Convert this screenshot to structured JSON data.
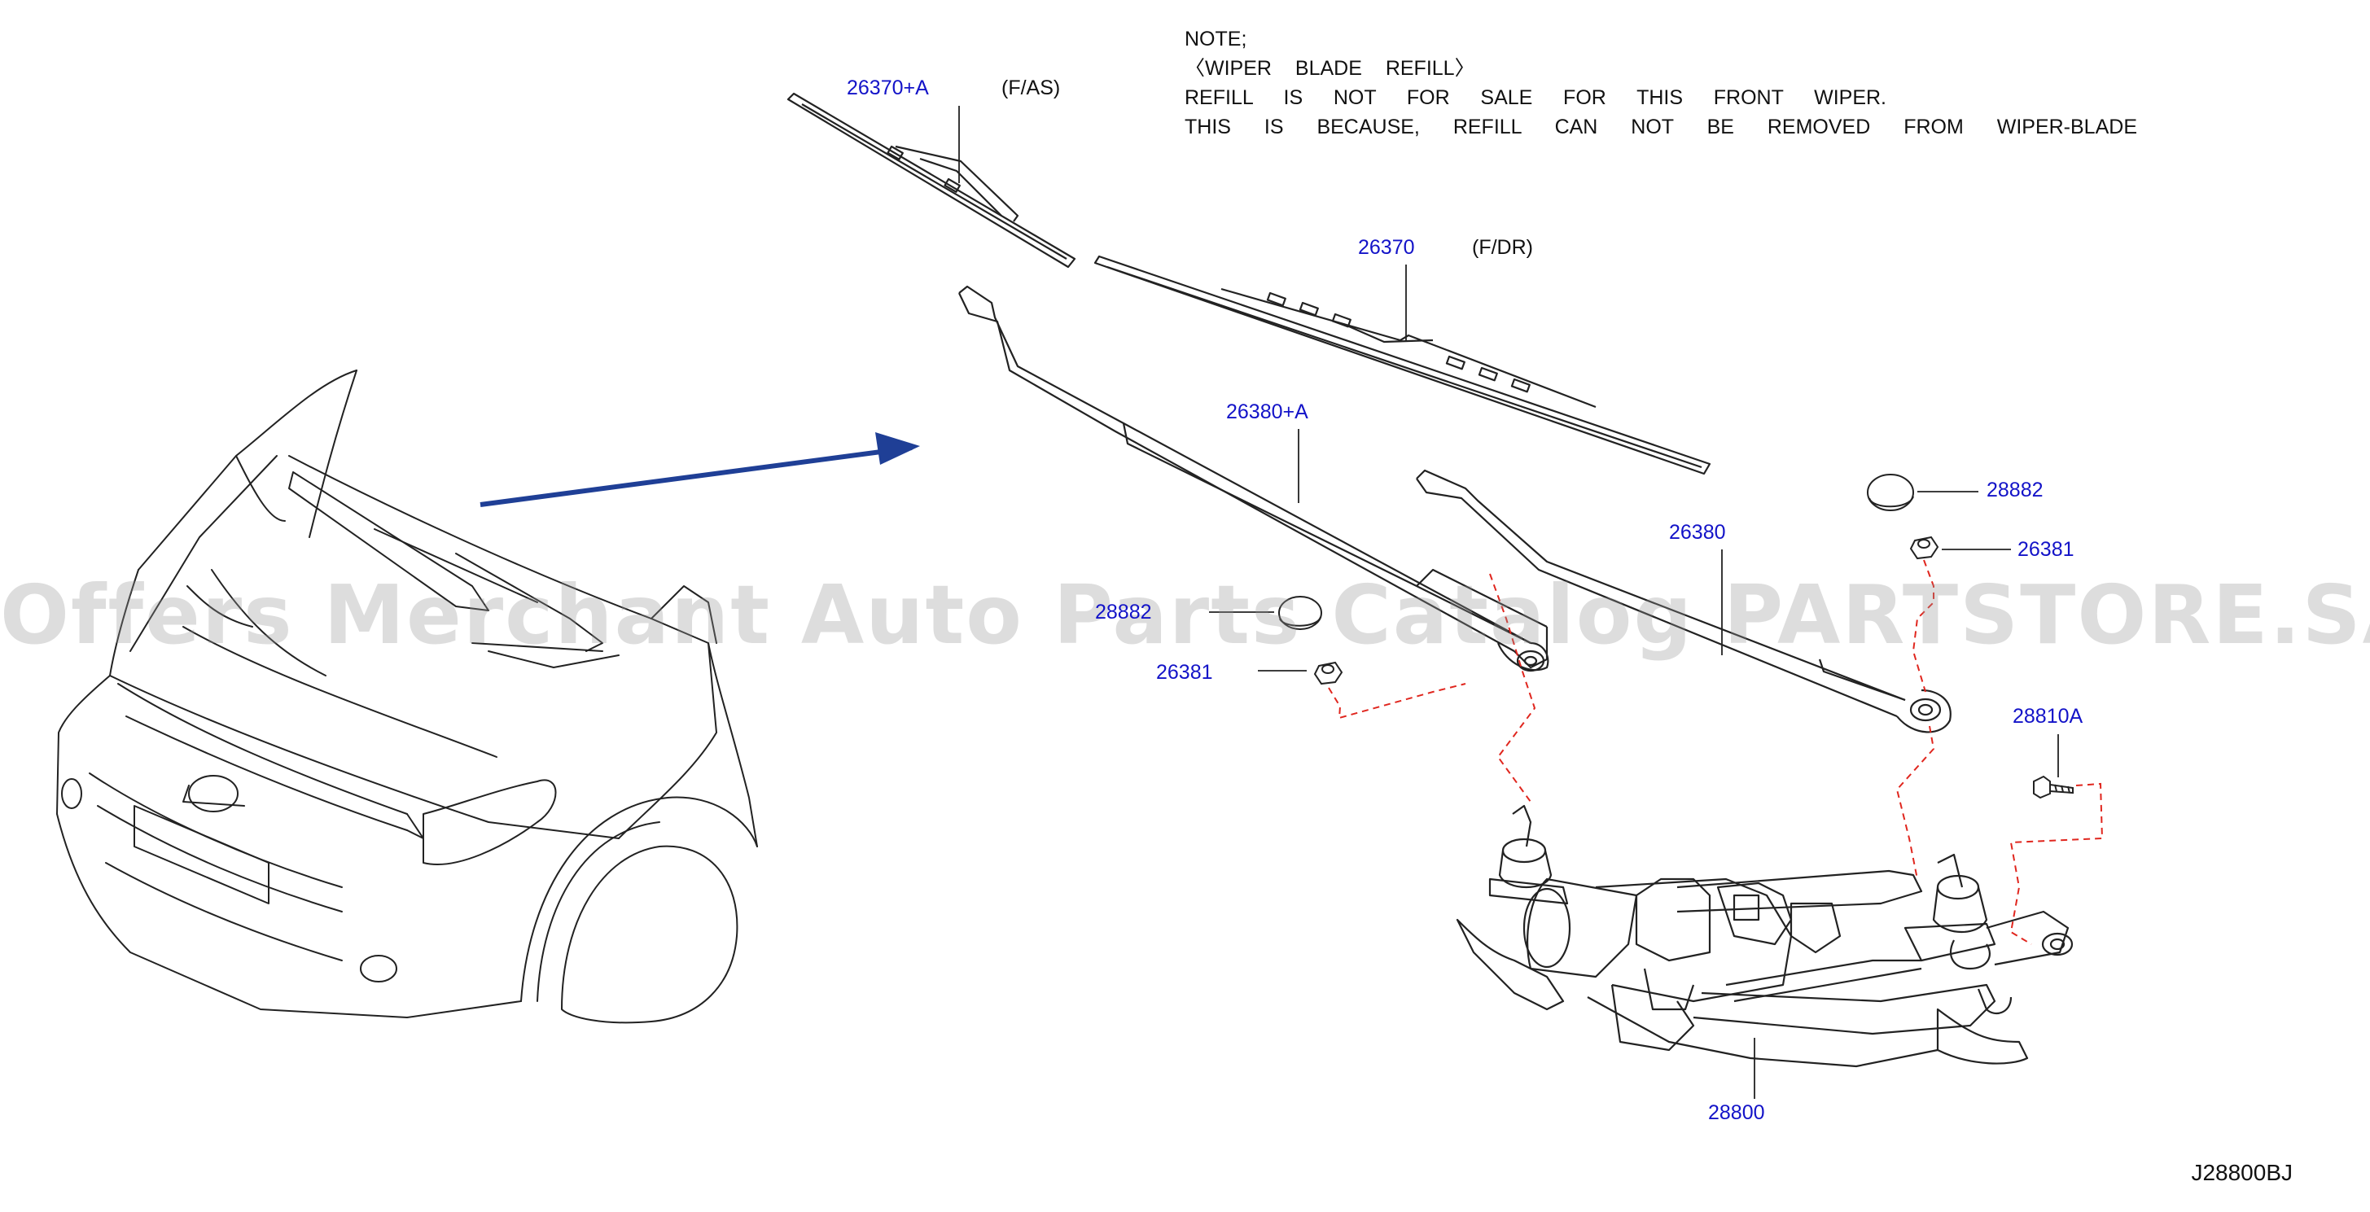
{
  "note": {
    "line1": "NOTE;",
    "line2": "〈WIPER BLADE REFILL〉",
    "line3": "REFILL IS NOT FOR SALE FOR THIS FRONT WIPER.",
    "line4": "THIS IS BECAUSE, REFILL CAN NOT BE REMOVED FROM WIPER-BLADE"
  },
  "parts": {
    "blade_passenger": "26370+A",
    "blade_passenger_qualifier": "(F/AS)",
    "blade_driver": "26370",
    "blade_driver_qualifier": "(F/DR)",
    "arm_passenger": "26380+A",
    "arm_driver": "26380",
    "cap_left": "28882",
    "cap_right": "28882",
    "nut_left": "26381",
    "nut_right": "26381",
    "bolt": "28810A",
    "linkage_motor": "28800"
  },
  "diagram_code": "J28800BJ",
  "watermark": "Offers Merchant Auto Parts Catalog PARTSTORE.SA",
  "colors": {
    "label_blue": "#1313c8",
    "arrow_blue": "#1f3f96",
    "dashed_red": "#e0261e",
    "line_dark": "#222222",
    "watermark_gray": "#969696"
  }
}
